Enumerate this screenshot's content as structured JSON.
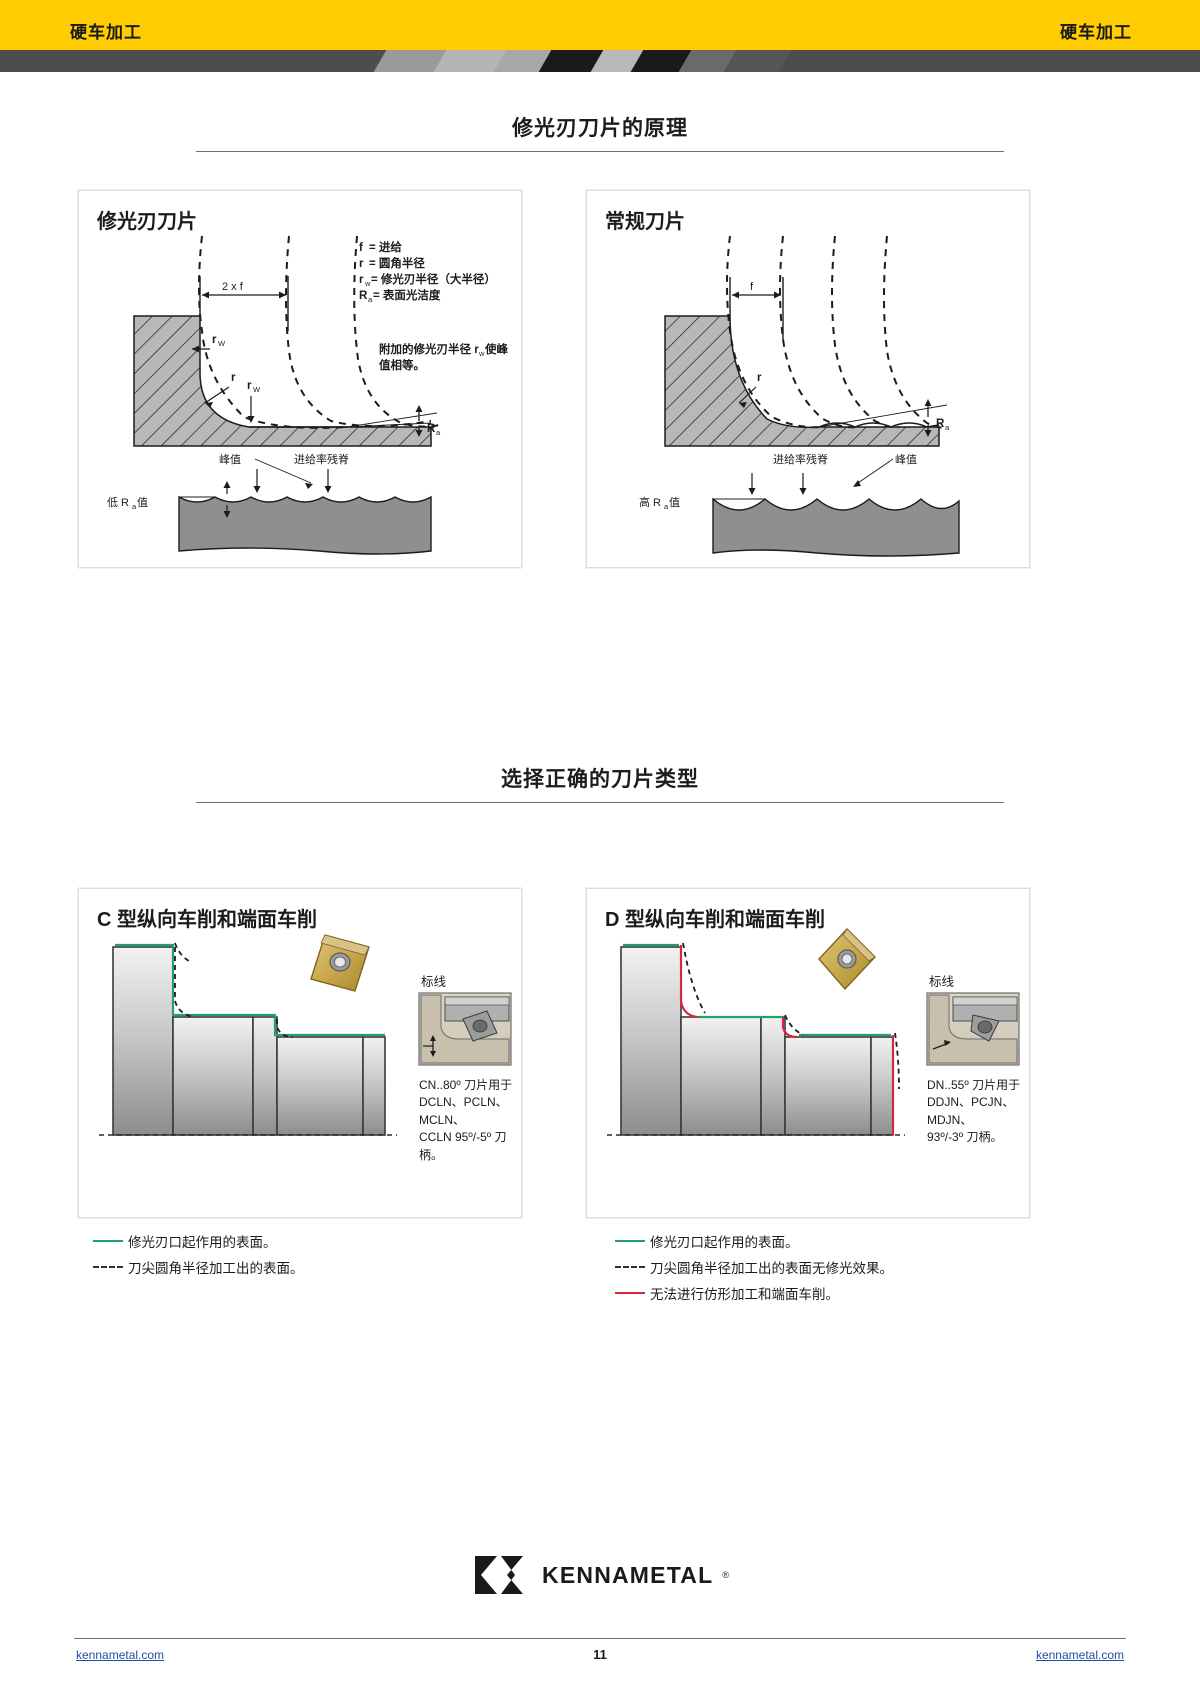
{
  "header": {
    "left_title": "硬车加工",
    "right_title": "硬车加工",
    "band_color": "#FFCC00",
    "stripe_color": "#4d4d4d"
  },
  "sections": [
    {
      "title": "修光刃刀片的原理"
    },
    {
      "title": "选择正确的刀片类型"
    }
  ],
  "principle": {
    "left_panel": {
      "title": "修光刃刀片",
      "legend_lines": [
        {
          "sym": "f",
          "sub": "",
          "text": "= 进给"
        },
        {
          "sym": "r",
          "sub": "",
          "text": "= 圆角半径"
        },
        {
          "sym": "r",
          "sub": "w",
          "text": "= 修光刃半径（大半径）"
        },
        {
          "sym": "R",
          "sub": "a",
          "text": "= 表面光洁度"
        }
      ],
      "note": "附加的修光刃半径 r  使峰值相等。",
      "note_line1": "附加的修光刃半径 r",
      "note_sub": "w",
      "note_line1b": " 使峰",
      "note_line2": "值相等。",
      "dim_label": "2 x f",
      "label_rw": "r",
      "label_rw_sub": "W",
      "label_r": "r",
      "label_ra": "R",
      "label_ra_sub": "a",
      "label_ridge": "进给率残脊",
      "label_peak": "峰值",
      "label_ra_value": "低 R  值",
      "label_ra_value_pre": "低 R",
      "label_ra_value_sub": "a",
      "label_ra_value_post": "值"
    },
    "right_panel": {
      "title": "常规刀片",
      "dim_label": "f",
      "label_r": "r",
      "label_ra": "R",
      "label_ra_sub": "a",
      "label_ridge": "进给率残脊",
      "label_peak": "峰值",
      "label_ra_value_pre": "高 R",
      "label_ra_value_sub": "a",
      "label_ra_value_post": "值"
    }
  },
  "insert_type": {
    "left_panel": {
      "title_prefix": "C",
      "title": "型纵向车削和端面车削",
      "thumb_label": "标线",
      "thumb_caption_lines": [
        "CN..80º 刀片用于",
        "DCLN、PCLN、MCLN、",
        "CCLN 95º/-5º 刀柄。"
      ],
      "legend": [
        {
          "kind": "solid",
          "color": "#22a06b",
          "text": "修光刃口起作用的表面。"
        },
        {
          "kind": "dash",
          "color": "#333333",
          "text": "刀尖圆角半径加工出的表面。"
        }
      ]
    },
    "right_panel": {
      "title_prefix": "D",
      "title": "型纵向车削和端面车削",
      "thumb_label": "标线",
      "thumb_caption_lines": [
        "DN..55º 刀片用于",
        "DDJN、PCJN、MDJN、",
        "93º/-3º 刀柄。"
      ],
      "legend": [
        {
          "kind": "solid",
          "color": "#22a06b",
          "text": "修光刃口起作用的表面。"
        },
        {
          "kind": "dash",
          "color": "#333333",
          "text": "刀尖圆角半径加工出的表面无修光效果。"
        },
        {
          "kind": "solid",
          "color": "#d6283c",
          "text": "无法进行仿形加工和端面车削。"
        }
      ]
    }
  },
  "footer": {
    "left_link": "kennametal.com",
    "right_link": "kennametal.com",
    "page_number": "11",
    "logo_text": "KENNAMETAL",
    "logo_tm": "®"
  },
  "colors": {
    "brand_yellow": "#FFCC00",
    "green": "#22a06b",
    "red": "#d6283c",
    "insert_gold": "#c9a84c",
    "metal_gray": "#8f8f8f"
  }
}
